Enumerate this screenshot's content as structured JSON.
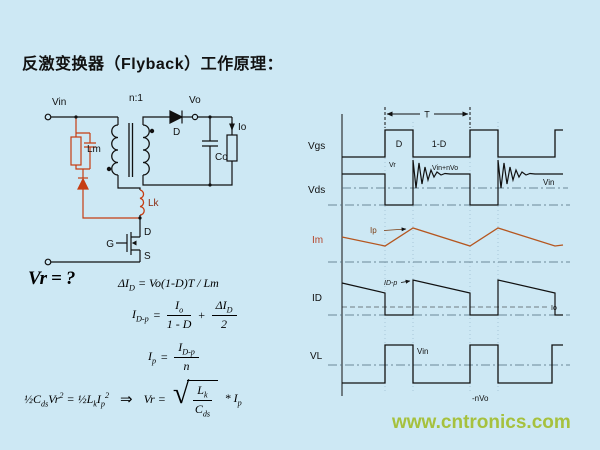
{
  "slide": {
    "title": "反激变换器（Flyback）工作原理：",
    "watermark": "www.cntronics.com"
  },
  "colors": {
    "background": "#cde8f4",
    "accent_red": "#c63d12",
    "im_trace": "#b5561f",
    "watermark_green": "#a6c13e"
  },
  "circuit": {
    "vin": "Vin",
    "ratio": "n:1",
    "lm": "Lm",
    "diode_out": "D",
    "vo": "Vo",
    "io": "Io",
    "co": "Co",
    "lk": "Lk",
    "gate": "G",
    "drain": "D",
    "source": "S"
  },
  "formulas": {
    "vr_question": {
      "vr": "Vr",
      "eq": "=",
      "q": "?"
    },
    "delta": {
      "lhs": "ΔI",
      "lhs_sub": "D",
      "rhs": " = Vo(1-D)T / Lm"
    },
    "idp": {
      "lhs": "I",
      "lhs_sub": "D-p",
      "eq": "=",
      "num1": "I",
      "num1_sub": "o",
      "den1": "1 - D",
      "plus": "+",
      "num2": "ΔI",
      "num2_sub": "D",
      "den2": "2"
    },
    "ip": {
      "lhs": "I",
      "lhs_sub": "p",
      "eq": "=",
      "num": "I",
      "num_sub": "D-p",
      "den": "n"
    },
    "energy": {
      "lhs_a": "½C",
      "lhs_a_sub": "ds",
      "lhs_b": "Vr",
      "lhs_b_sup": "2",
      "mid": " = ½L",
      "mid_sub": "k",
      "rhs_a": "I",
      "rhs_a_sub": "p",
      "rhs_a_sup": "2",
      "arrow": "⇒",
      "vr_eq": "Vr =",
      "radical": "√",
      "rad_num": "L",
      "rad_num_sub": "k",
      "rad_den": "C",
      "rad_den_sub": "ds",
      "tail": "* I",
      "tail_sub": "p"
    }
  },
  "waveforms": {
    "axis": {
      "vgs": "Vgs",
      "vds": "Vds",
      "im": "Im",
      "id": "ID",
      "vl": "VL"
    },
    "ann": {
      "t": "T",
      "d": "D",
      "one_minus_d": "1-D",
      "vr": "Vr",
      "vin_nvo": "Vin+nVo",
      "vin": "Vin",
      "ip": "Ip",
      "idp": "ID-p",
      "io": "Io",
      "vl_vin": "Vin",
      "neg_nvo": "-nVo"
    }
  }
}
